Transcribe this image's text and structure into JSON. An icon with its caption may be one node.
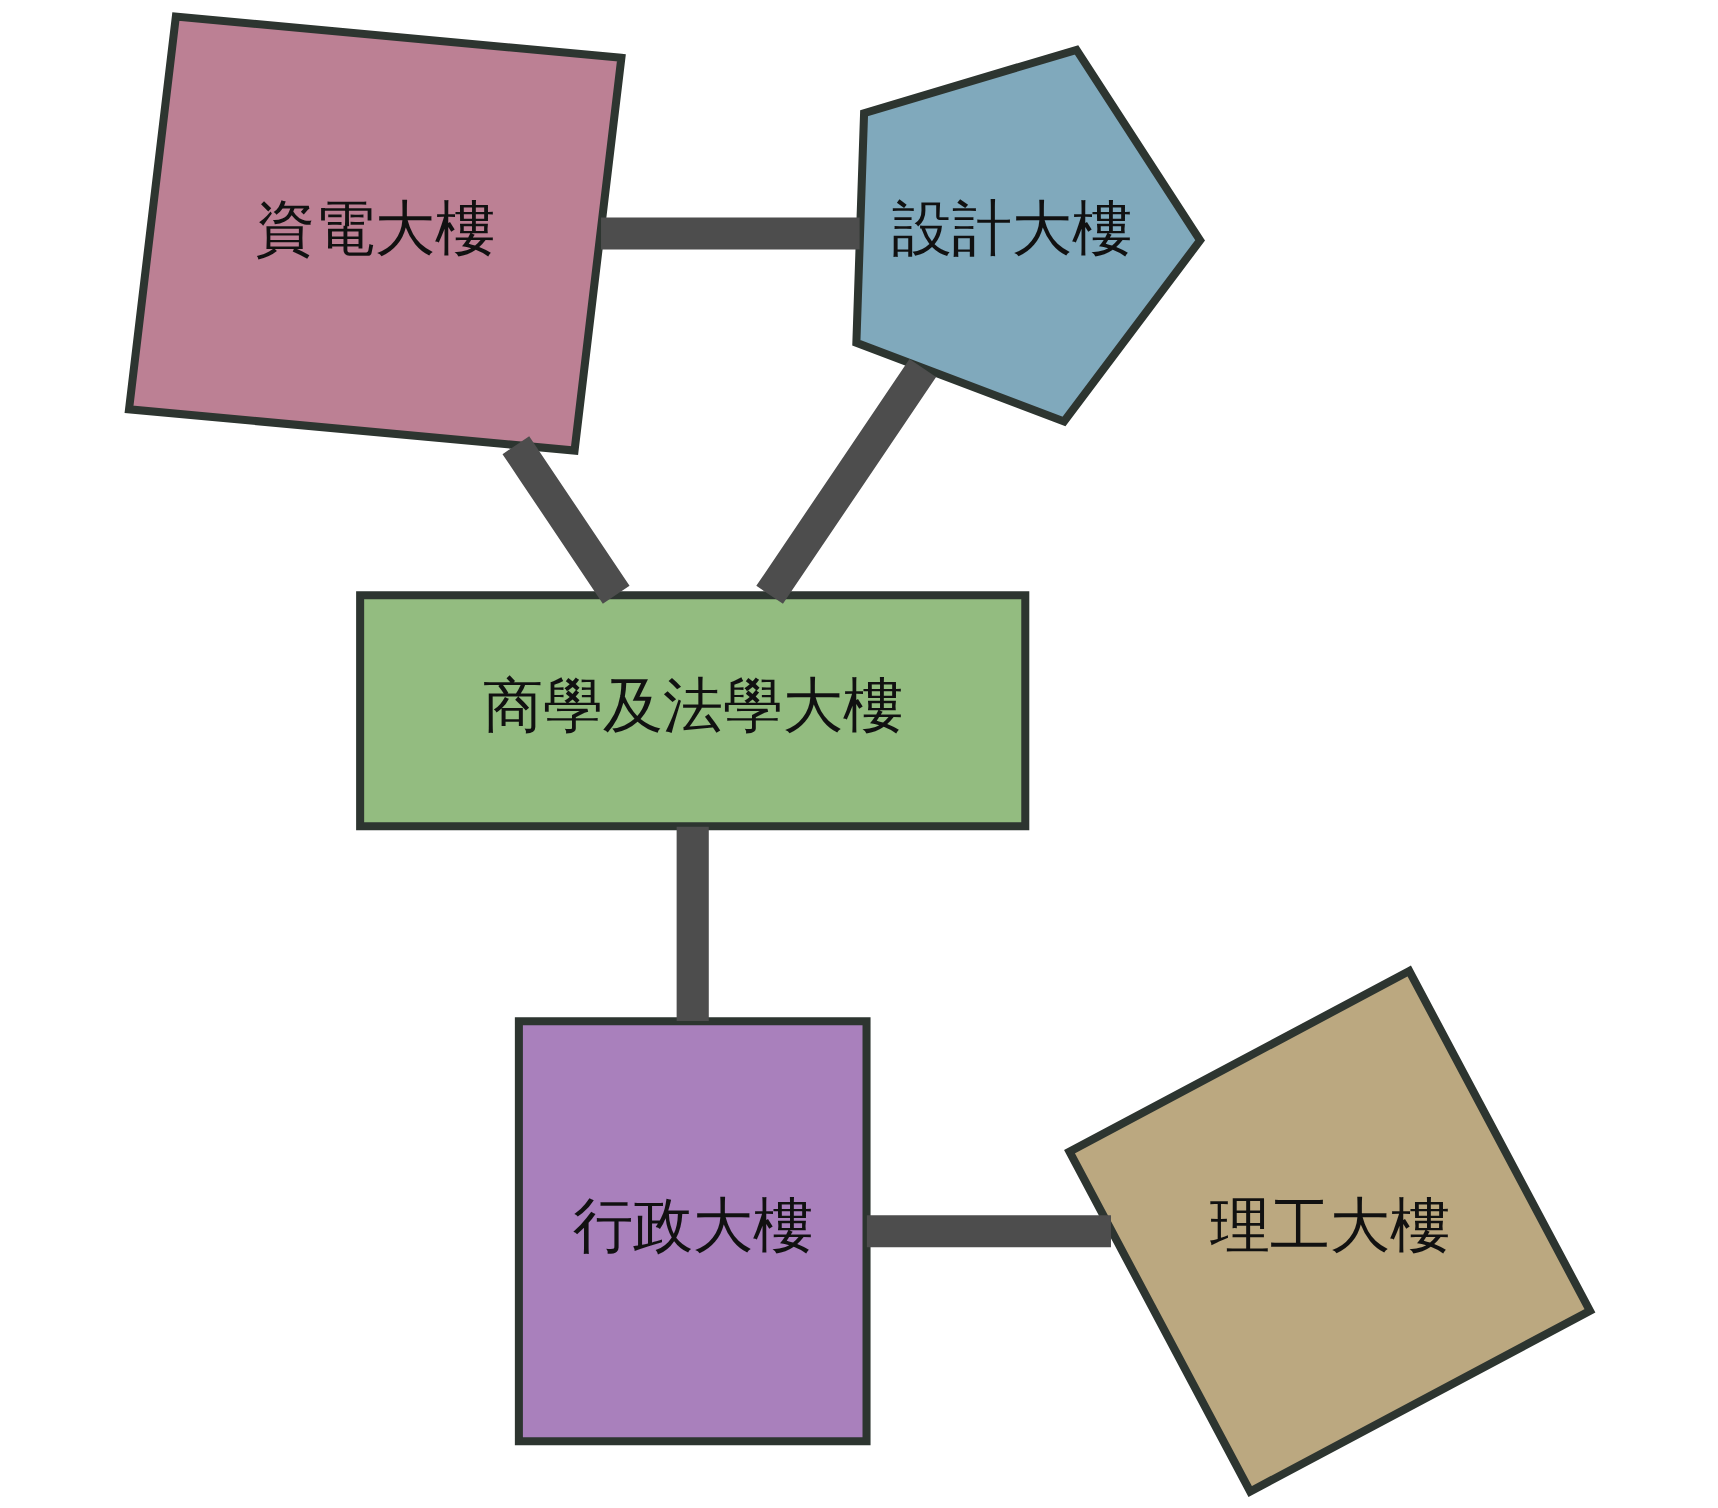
{
  "diagram": {
    "nodes": [
      {
        "text": [
          "資電大樓"
        ]
      },
      {
        "text": [
          "設計大樓"
        ]
      },
      {
        "text": [
          "商學及法學大樓"
        ]
      },
      {
        "text": [
          "行政大樓"
        ]
      },
      {
        "text": [
          "理工大樓"
        ]
      }
    ],
    "edges": [
      {
        "from": 0,
        "to": 1,
        "arrow": "none"
      },
      {
        "from": 0,
        "to": 2,
        "arrow": "none"
      },
      {
        "from": 1,
        "to": 2,
        "arrow": "none"
      },
      {
        "from": 2,
        "to": 3,
        "arrow": "none"
      },
      {
        "from": 3,
        "to": 4,
        "arrow": "none"
      }
    ]
  }
}
